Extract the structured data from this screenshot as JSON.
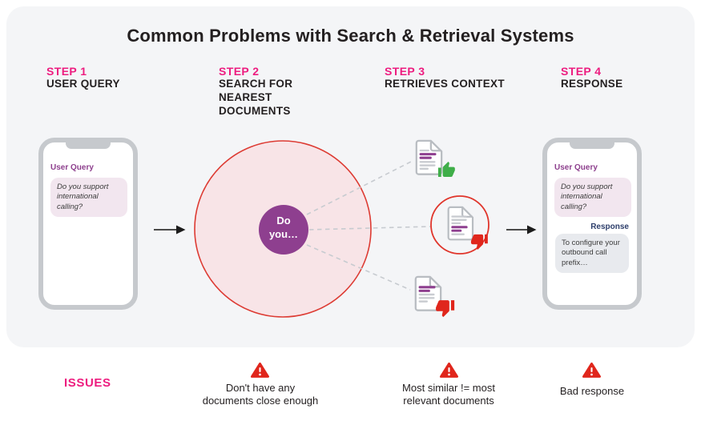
{
  "title": "Common Problems with Search & Retrieval Systems",
  "steps": [
    {
      "label": "STEP 1",
      "name": "USER QUERY"
    },
    {
      "label": "STEP 2",
      "name": "SEARCH FOR NEAREST DOCUMENTS"
    },
    {
      "label": "STEP 3",
      "name": "RETRIEVES CONTEXT"
    },
    {
      "label": "STEP 4",
      "name": "RESPONSE"
    }
  ],
  "query_phone": {
    "query_label": "User Query",
    "query_message": "Do you support international calling?"
  },
  "search_circle": {
    "query_snippet": "Do you…"
  },
  "response_phone": {
    "query_label": "User Query",
    "query_message": "Do you support international calling?",
    "response_label": "Response",
    "response_message": "To configure your outbound call prefix…"
  },
  "issues": {
    "label": "ISSUES",
    "items": [
      {
        "text": "Don't have any\ndocuments close enough"
      },
      {
        "text": "Most similar != most\nrelevant documents"
      },
      {
        "text": "Bad response"
      }
    ]
  },
  "icons": {
    "thumbs_up": "thumbs-up-icon",
    "thumbs_down": "thumbs-down-icon",
    "warning": "warning-icon",
    "document": "document-icon",
    "arrow": "arrow-right-icon"
  },
  "colors": {
    "accent_pink": "#ED1C7F",
    "purple": "#8E3F8F",
    "search_circle_fill": "#F8E4E7",
    "search_circle_stroke": "#DD3B33",
    "green_thumb": "#3FAE49",
    "red_thumb": "#E0261C",
    "navy": "#2D3E6B",
    "card_bg": "#F4F5F7"
  }
}
